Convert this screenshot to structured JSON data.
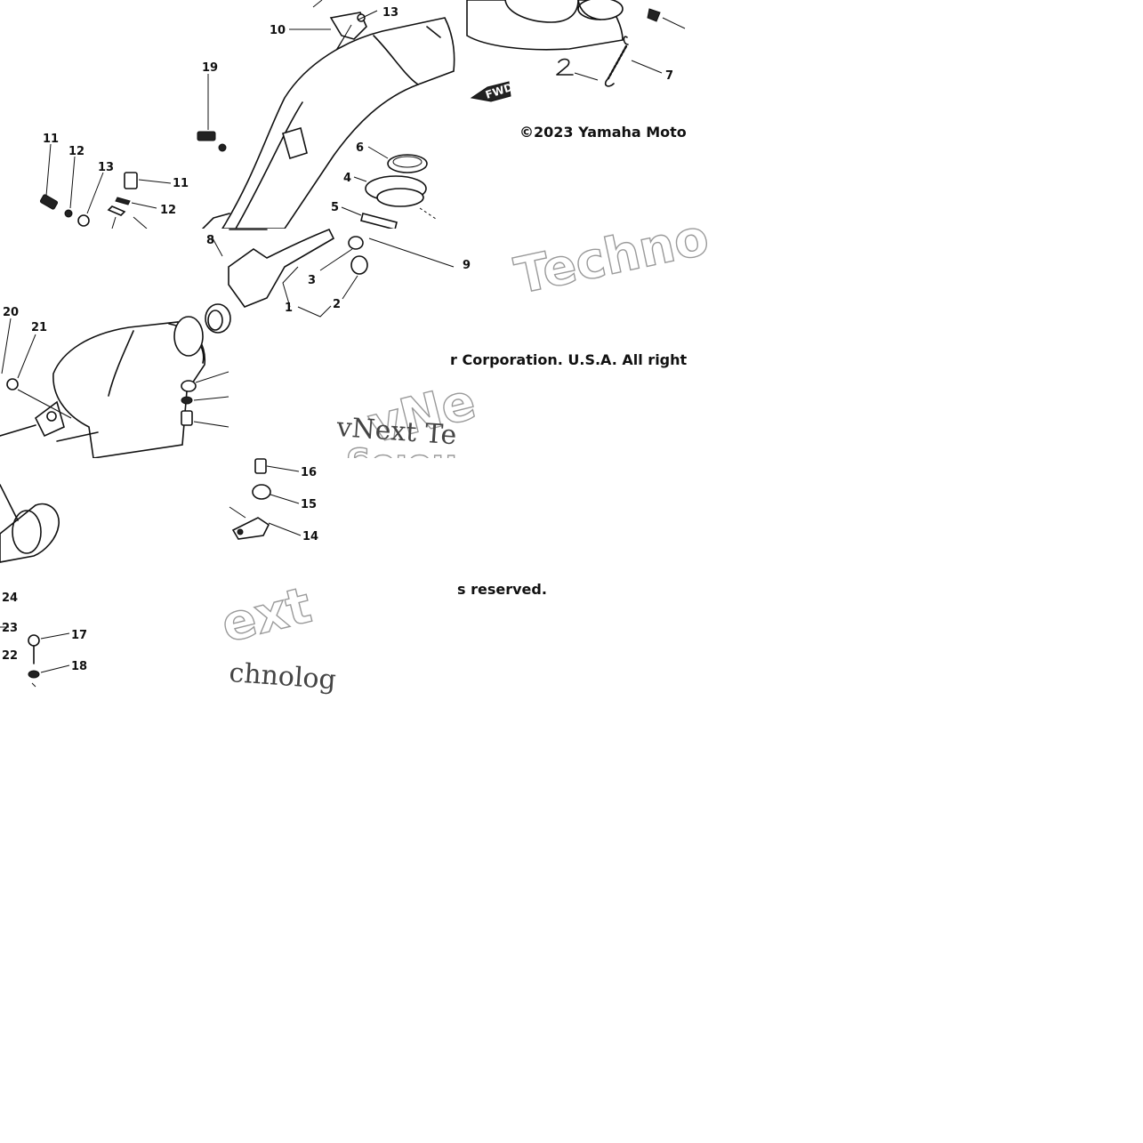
{
  "callouts": {
    "c_13_top": "13",
    "c_10": "10",
    "c_19_left": "19",
    "c_11_a": "11",
    "c_12_a": "12",
    "c_13_b": "13",
    "c_11_b": "11",
    "c_12_b": "12",
    "c_8": "8",
    "c_6": "6",
    "c_4": "4",
    "c_5": "5",
    "c_19_right": "9",
    "c_3": "3",
    "c_1": "1",
    "c_2": "2",
    "c_7": "7",
    "c_20": "20",
    "c_21": "21",
    "c_16": "16",
    "c_15": "15",
    "c_14": "14",
    "c_24": "24",
    "c_23": "23",
    "c_22": "22",
    "c_17": "17",
    "c_18": "18"
  },
  "copyright": {
    "line_a": "©2023 Yamaha Moto",
    "line_b": "r Corporation. U.S.A. All right",
    "line_c": "s reserved."
  },
  "watermarks": {
    "techno_outline": "Techno",
    "vnext_serif": "vNext Te",
    "vne_outline": "vNe",
    "nolog_flipped": "nolog",
    "ext_outline": "ext",
    "chnolog_serif": "chnolog"
  },
  "fwd_label": "FWD"
}
